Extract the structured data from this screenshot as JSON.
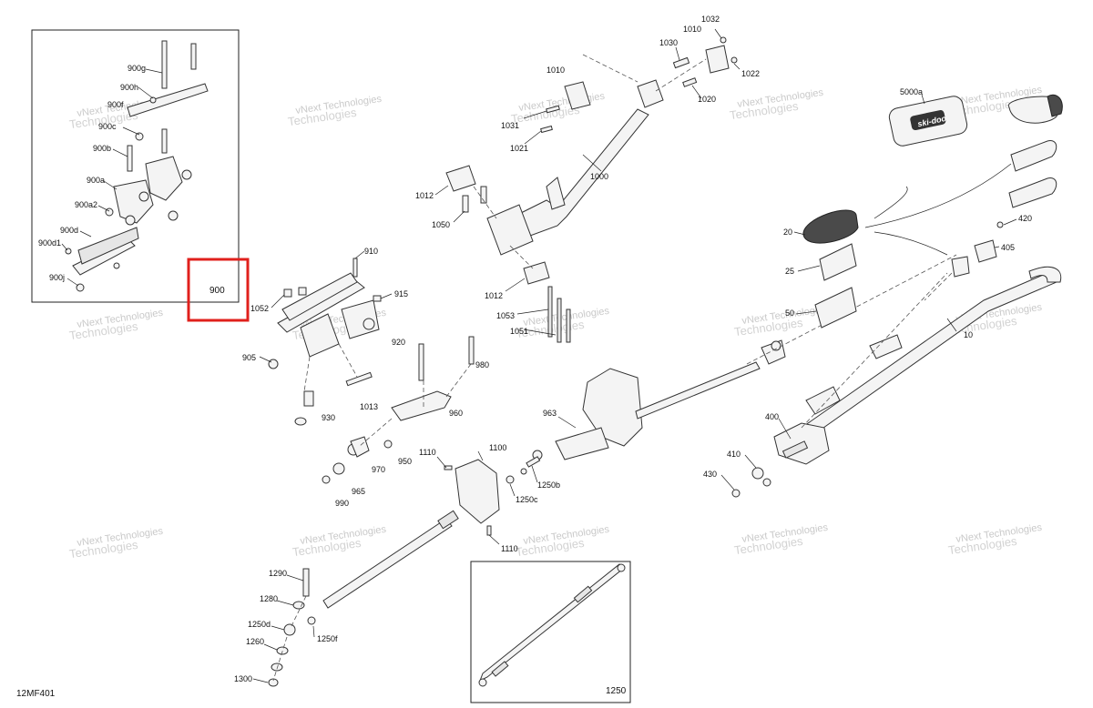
{
  "diagram": {
    "watermark_line1": "vNext Technologies",
    "watermark_line2": "Technologies",
    "figure_code": "12MF401",
    "highlight_color": "#e0201c",
    "logo_text": "ski-doo",
    "callouts": {
      "c900g": "900g",
      "c900h": "900h",
      "c900f": "900f",
      "c900c": "900c",
      "c900b": "900b",
      "c900a": "900a",
      "c900a2": "900a2",
      "c900d": "900d",
      "c900d1": "900d1",
      "c900j": "900j",
      "c900": "900",
      "c910": "910",
      "c915": "915",
      "c1052": "1052",
      "c905": "905",
      "c920": "920",
      "c980": "980",
      "c930": "930",
      "c1013": "1013",
      "c960": "960",
      "c970": "970",
      "c950": "950",
      "c965": "965",
      "c990": "990",
      "c1010a": "1010",
      "c1031": "1031",
      "c1021": "1021",
      "c1030": "1030",
      "c1010b": "1010",
      "c1032": "1032",
      "c1022": "1022",
      "c1020": "1020",
      "c1000": "1000",
      "c1012a": "1012",
      "c1050": "1050",
      "c1012b": "1012",
      "c1053": "1053",
      "c1051": "1051",
      "c963": "963",
      "c1110a": "1110",
      "c1100": "1100",
      "c1250b": "1250b",
      "c1250c": "1250c",
      "c1110b": "1110",
      "c1290": "1290",
      "c1280": "1280",
      "c1250d": "1250d",
      "c1250f": "1250f",
      "c1260": "1260",
      "c1300": "1300",
      "c1250": "1250",
      "c5000a": "5000a",
      "c20": "20",
      "c25": "25",
      "c50": "50",
      "c420": "420",
      "c405": "405",
      "c10": "10",
      "c400": "400",
      "c410": "410",
      "c430": "430"
    }
  }
}
